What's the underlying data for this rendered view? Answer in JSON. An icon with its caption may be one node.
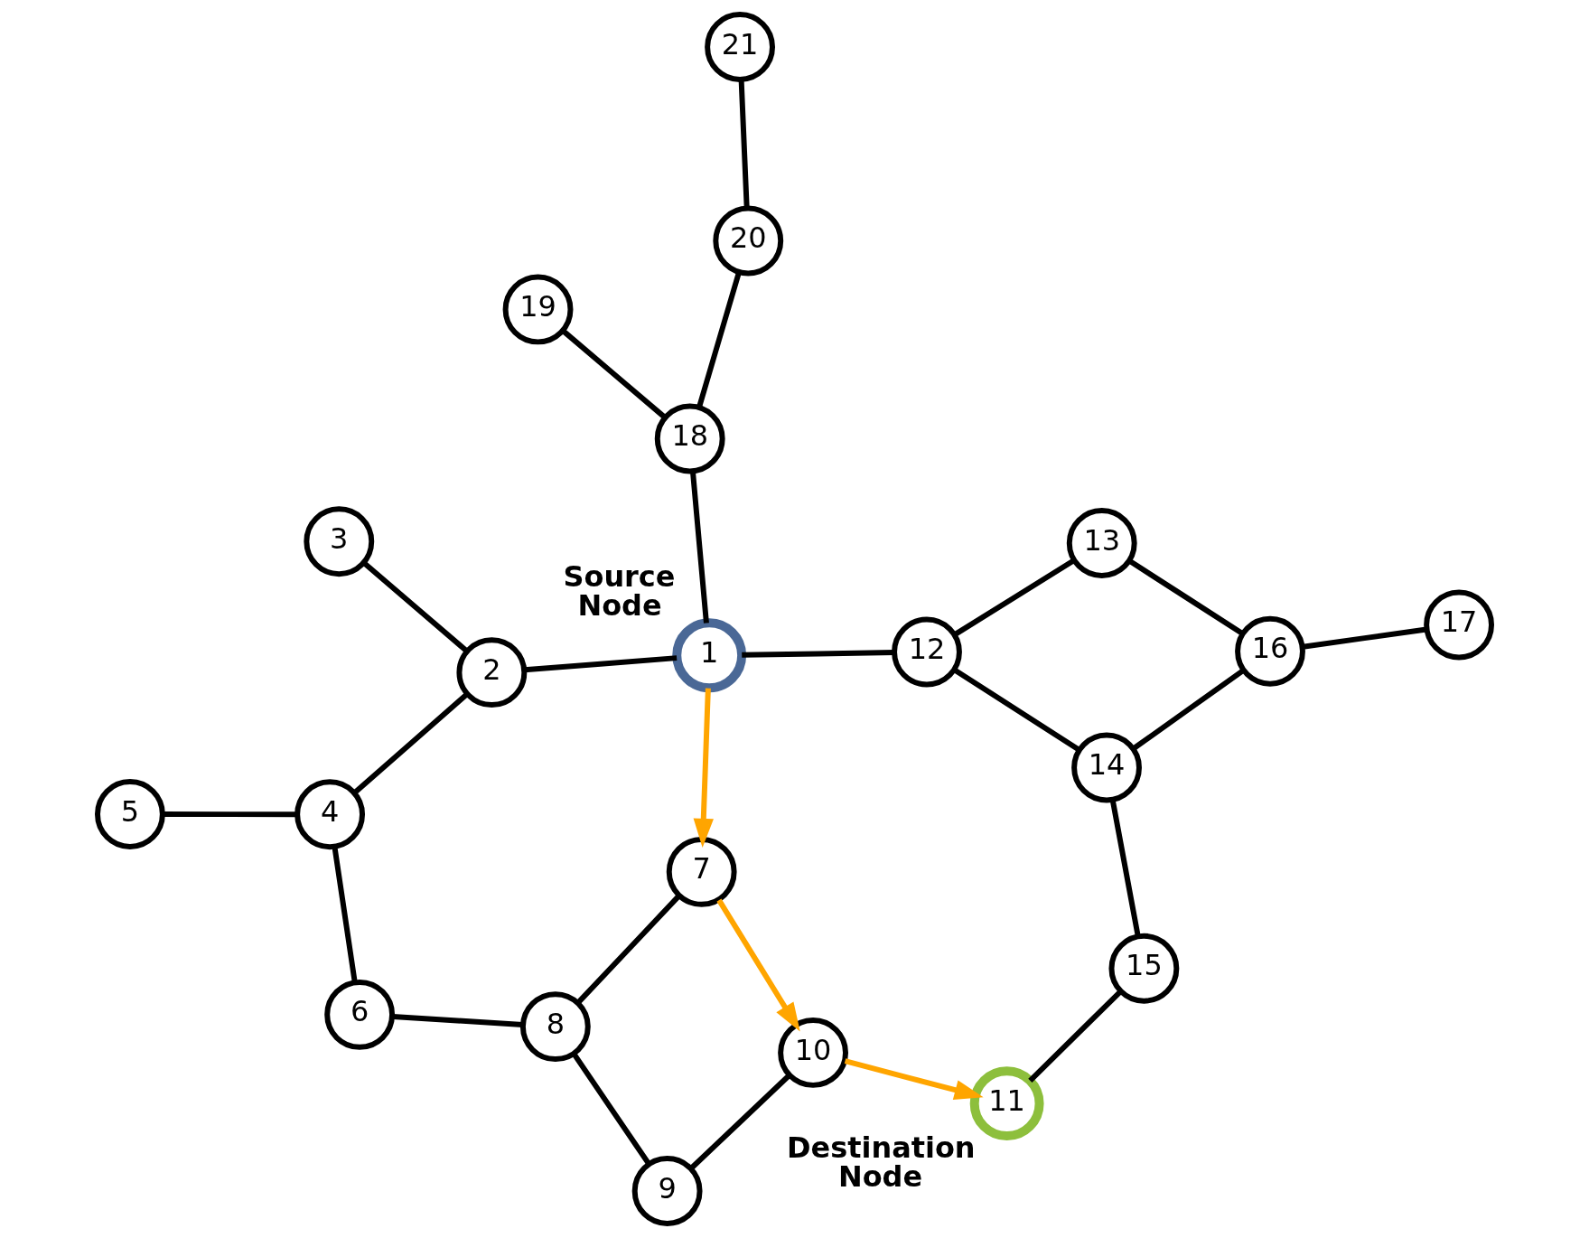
{
  "diagram": {
    "nodes": [
      {
        "text": [
          "1"
        ],
        "beside": [
          "Source Node"
        ]
      },
      {
        "text": [
          "2"
        ]
      },
      {
        "text": [
          "3"
        ]
      },
      {
        "text": [
          "4"
        ]
      },
      {
        "text": [
          "5"
        ]
      },
      {
        "text": [
          "6"
        ]
      },
      {
        "text": [
          "7"
        ]
      },
      {
        "text": [
          "8"
        ]
      },
      {
        "text": [
          "9"
        ]
      },
      {
        "text": [
          "10"
        ]
      },
      {
        "text": [
          "11"
        ],
        "beside": [
          "Destination Node"
        ]
      },
      {
        "text": [
          "12"
        ]
      },
      {
        "text": [
          "13"
        ]
      },
      {
        "text": [
          "14"
        ]
      },
      {
        "text": [
          "15"
        ]
      },
      {
        "text": [
          "16"
        ]
      },
      {
        "text": [
          "17"
        ]
      },
      {
        "text": [
          "18"
        ]
      },
      {
        "text": [
          "19"
        ]
      },
      {
        "text": [
          "20"
        ]
      },
      {
        "text": [
          "21"
        ]
      }
    ],
    "edges": [
      {
        "from": 0,
        "to": 1,
        "arrow": "none"
      },
      {
        "from": 1,
        "to": 2,
        "arrow": "none"
      },
      {
        "from": 1,
        "to": 3,
        "arrow": "none"
      },
      {
        "from": 3,
        "to": 4,
        "arrow": "none"
      },
      {
        "from": 3,
        "to": 5,
        "arrow": "none"
      },
      {
        "from": 5,
        "to": 7,
        "arrow": "none"
      },
      {
        "from": 7,
        "to": 6,
        "arrow": "none"
      },
      {
        "from": 7,
        "to": 8,
        "arrow": "none"
      },
      {
        "from": 8,
        "to": 9,
        "arrow": "none"
      },
      {
        "from": 0,
        "to": 6,
        "arrow": "to",
        "color": "#ffa500"
      },
      {
        "from": 6,
        "to": 9,
        "arrow": "to",
        "color": "#ffa500"
      },
      {
        "from": 9,
        "to": 10,
        "arrow": "to",
        "color": "#ffa500"
      },
      {
        "from": 10,
        "to": 14,
        "arrow": "none"
      },
      {
        "from": 14,
        "to": 13,
        "arrow": "none"
      },
      {
        "from": 13,
        "to": 11,
        "arrow": "none"
      },
      {
        "from": 13,
        "to": 15,
        "arrow": "none"
      },
      {
        "from": 11,
        "to": 12,
        "arrow": "none"
      },
      {
        "from": 12,
        "to": 15,
        "arrow": "none"
      },
      {
        "from": 15,
        "to": 16,
        "arrow": "none"
      },
      {
        "from": 0,
        "to": 11,
        "arrow": "none"
      },
      {
        "from": 0,
        "to": 17,
        "arrow": "none"
      },
      {
        "from": 17,
        "to": 19,
        "arrow": "none"
      },
      {
        "from": 17,
        "to": 18,
        "arrow": "none"
      },
      {
        "from": 19,
        "to": 20,
        "arrow": "none"
      }
    ]
  }
}
